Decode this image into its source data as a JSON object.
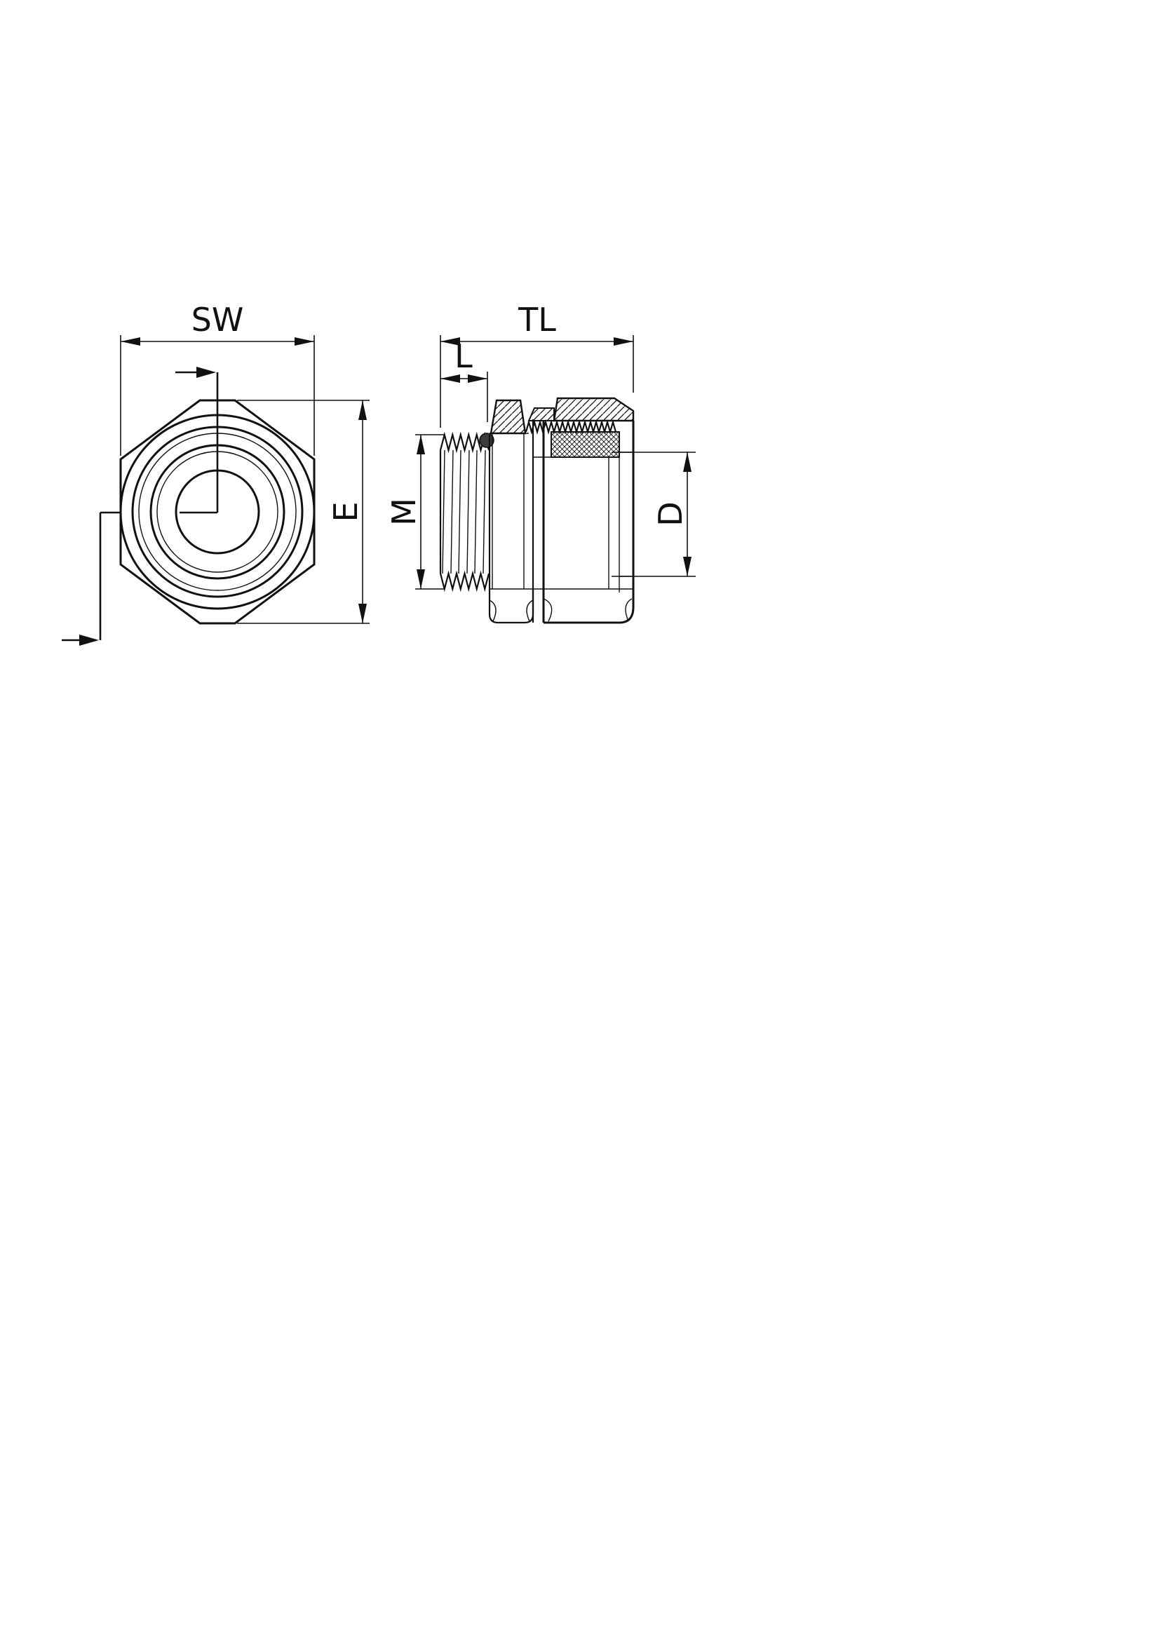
{
  "drawing": {
    "background": "#ffffff",
    "line_color": "#111111",
    "labels": {
      "sw": "SW",
      "e": "E",
      "tl": "TL",
      "l": "L",
      "m": "M",
      "d": "D"
    }
  }
}
